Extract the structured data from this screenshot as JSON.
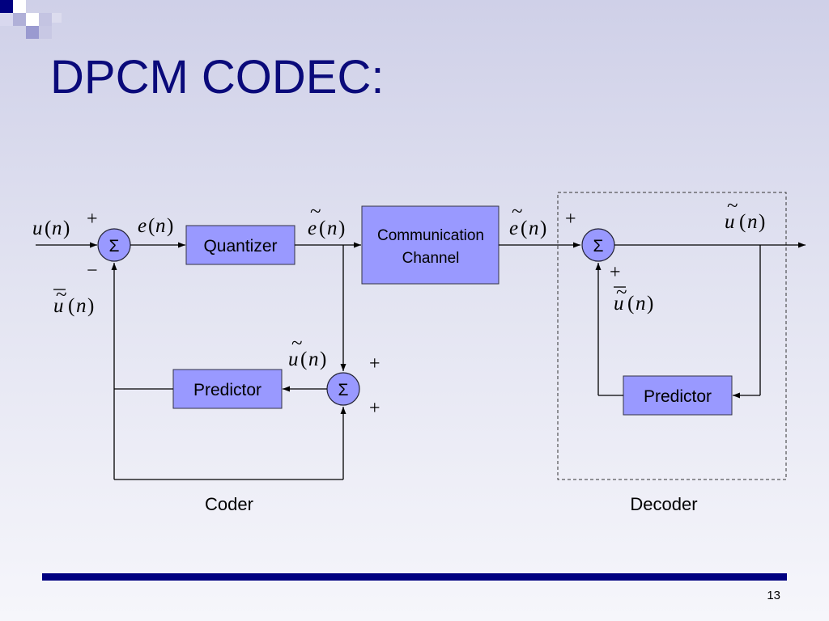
{
  "slide": {
    "title": "DPCM CODEC:",
    "page_number": "13"
  },
  "blocks": {
    "quantizer": "Quantizer",
    "channel_line1": "Communication",
    "channel_line2": "Channel",
    "predictor_coder": "Predictor",
    "predictor_decoder": "Predictor",
    "sum_symbol": "Σ"
  },
  "signs": {
    "plus": "+",
    "minus": "−"
  },
  "captions": {
    "coder": "Coder",
    "decoder": "Decoder"
  },
  "colors": {
    "title": "#0a0a7a",
    "block_fill": "#9999ff",
    "rule": "#000080"
  }
}
